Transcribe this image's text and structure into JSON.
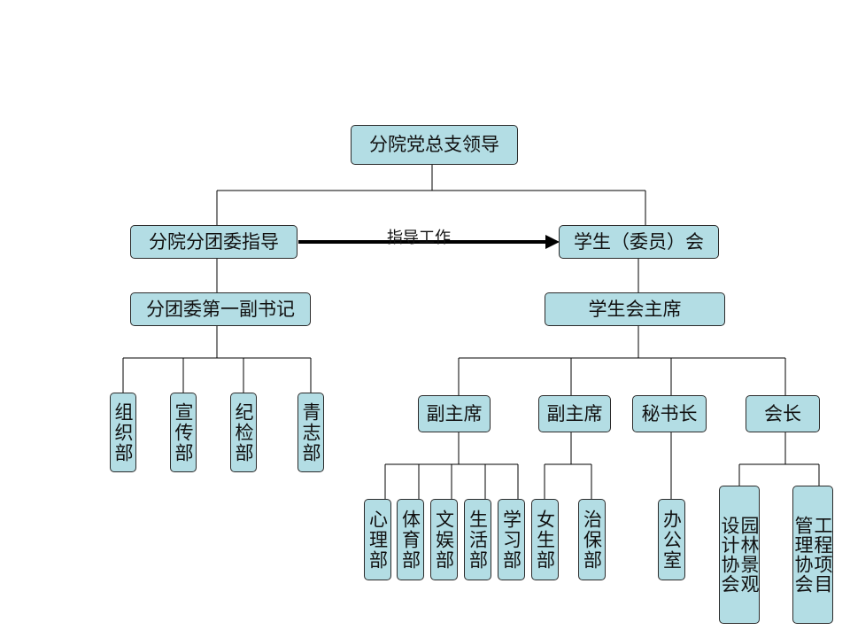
{
  "diagram": {
    "top": "分院党总支领导",
    "left_branch": {
      "guide": "分院分团委指导",
      "deputy": "分团委第一副书记",
      "departments": [
        "组织部",
        "宣传部",
        "纪检部",
        "青志部"
      ]
    },
    "arrow_label": "指导工作",
    "right_branch": {
      "council": "学生（委员）会",
      "chair": "学生会主席",
      "vice_chair_1": "副主席",
      "vice_chair_2": "副主席",
      "secretary": "秘书长",
      "president": "会长",
      "vice1_departments": [
        "心理部",
        "体育部",
        "文娱部",
        "生活部",
        "学习部"
      ],
      "vice2_departments": [
        "女生部",
        "治保部"
      ],
      "secretary_departments": [
        "办公室"
      ],
      "associations": [
        "园林景观设计协会",
        "工程项目管理协会"
      ]
    }
  }
}
